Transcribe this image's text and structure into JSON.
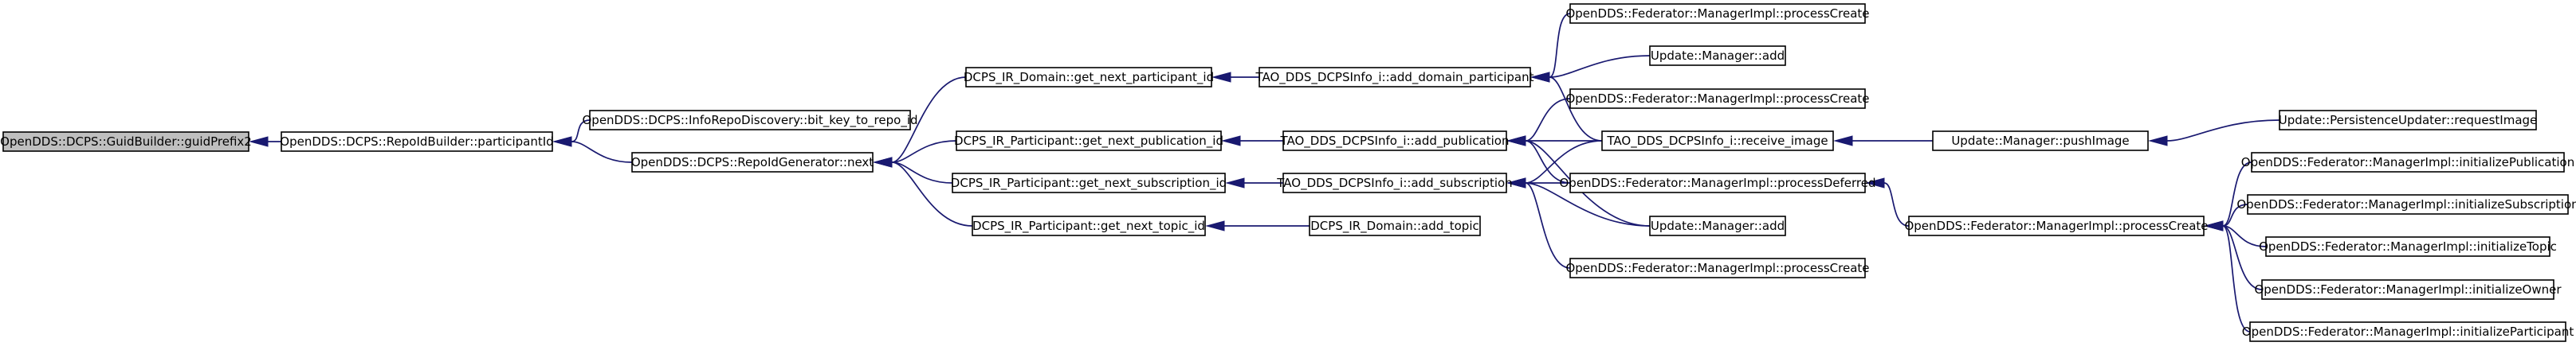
{
  "colors": {
    "edge": "#191970",
    "root_fill": "#bfbfbf",
    "node_fill": "#ffffff",
    "border": "#000000"
  },
  "nodes": [
    {
      "id": "n0",
      "label": "OpenDDS::DCPS::GuidBuilder::guidPrefix2",
      "root": true
    },
    {
      "id": "n1",
      "label": "OpenDDS::DCPS::RepoIdBuilder::participantId"
    },
    {
      "id": "n2",
      "label": "OpenDDS::DCPS::InfoRepoDiscovery::bit_key_to_repo_id"
    },
    {
      "id": "n3",
      "label": "OpenDDS::DCPS::RepoIdGenerator::next"
    },
    {
      "id": "n4",
      "label": "DCPS_IR_Domain::get_next_participant_id"
    },
    {
      "id": "n5",
      "label": "DCPS_IR_Participant::get_next_publication_id"
    },
    {
      "id": "n6",
      "label": "DCPS_IR_Participant::get_next_subscription_id"
    },
    {
      "id": "n7",
      "label": "DCPS_IR_Participant::get_next_topic_id"
    },
    {
      "id": "n8",
      "label": "TAO_DDS_DCPSInfo_i::add_domain_participant"
    },
    {
      "id": "n9",
      "label": "TAO_DDS_DCPSInfo_i::add_publication"
    },
    {
      "id": "n10",
      "label": "TAO_DDS_DCPSInfo_i::add_subscription"
    },
    {
      "id": "n11",
      "label": "DCPS_IR_Domain::add_topic"
    },
    {
      "id": "n12",
      "label": "OpenDDS::Federator::ManagerImpl::processCreate"
    },
    {
      "id": "n13",
      "label": "Update::Manager::add"
    },
    {
      "id": "n14",
      "label": "OpenDDS::Federator::ManagerImpl::processCreate"
    },
    {
      "id": "n15",
      "label": "TAO_DDS_DCPSInfo_i::receive_image"
    },
    {
      "id": "n16",
      "label": "OpenDDS::Federator::ManagerImpl::processDeferred"
    },
    {
      "id": "n17",
      "label": "Update::Manager::add"
    },
    {
      "id": "n18",
      "label": "OpenDDS::Federator::ManagerImpl::processCreate"
    },
    {
      "id": "n19",
      "label": "Update::Manager::pushImage"
    },
    {
      "id": "n20",
      "label": "OpenDDS::Federator::ManagerImpl::processCreate"
    },
    {
      "id": "n21",
      "label": "Update::PersistenceUpdater::requestImage"
    },
    {
      "id": "n22",
      "label": "OpenDDS::Federator::ManagerImpl::initializePublication"
    },
    {
      "id": "n23",
      "label": "OpenDDS::Federator::ManagerImpl::initializeSubscription"
    },
    {
      "id": "n24",
      "label": "OpenDDS::Federator::ManagerImpl::initializeTopic"
    },
    {
      "id": "n25",
      "label": "OpenDDS::Federator::ManagerImpl::initializeOwner"
    },
    {
      "id": "n26",
      "label": "OpenDDS::Federator::ManagerImpl::initializeParticipant"
    }
  ],
  "edges": [
    {
      "from": "n1",
      "to": "n0"
    },
    {
      "from": "n2",
      "to": "n1"
    },
    {
      "from": "n3",
      "to": "n1"
    },
    {
      "from": "n4",
      "to": "n3"
    },
    {
      "from": "n5",
      "to": "n3"
    },
    {
      "from": "n6",
      "to": "n3"
    },
    {
      "from": "n7",
      "to": "n3"
    },
    {
      "from": "n8",
      "to": "n4"
    },
    {
      "from": "n9",
      "to": "n5"
    },
    {
      "from": "n10",
      "to": "n6"
    },
    {
      "from": "n11",
      "to": "n7"
    },
    {
      "from": "n12",
      "to": "n8"
    },
    {
      "from": "n13",
      "to": "n8"
    },
    {
      "from": "n15",
      "to": "n8"
    },
    {
      "from": "n14",
      "to": "n9"
    },
    {
      "from": "n15",
      "to": "n9"
    },
    {
      "from": "n16",
      "to": "n9"
    },
    {
      "from": "n17",
      "to": "n9"
    },
    {
      "from": "n15",
      "to": "n10"
    },
    {
      "from": "n16",
      "to": "n10"
    },
    {
      "from": "n17",
      "to": "n10"
    },
    {
      "from": "n18",
      "to": "n10"
    },
    {
      "from": "n19",
      "to": "n15"
    },
    {
      "from": "n20",
      "to": "n16"
    },
    {
      "from": "n21",
      "to": "n19"
    },
    {
      "from": "n22",
      "to": "n20"
    },
    {
      "from": "n23",
      "to": "n20"
    },
    {
      "from": "n24",
      "to": "n20"
    },
    {
      "from": "n25",
      "to": "n20"
    },
    {
      "from": "n26",
      "to": "n20"
    }
  ]
}
